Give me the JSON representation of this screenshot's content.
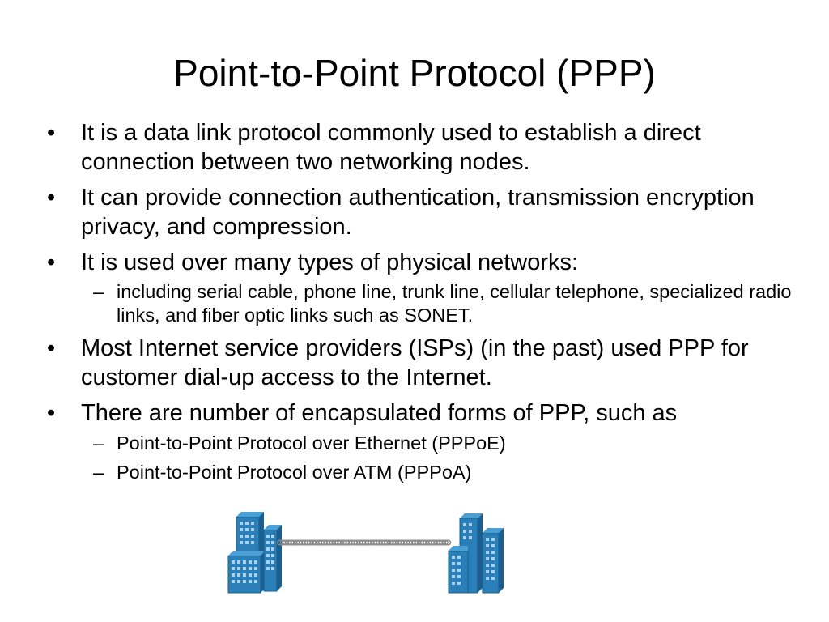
{
  "slide": {
    "title": "Point-to-Point Protocol (PPP)",
    "bullets": [
      {
        "level": 1,
        "text": "It is a data link protocol commonly used to establish a direct connection between two networking nodes."
      },
      {
        "level": 1,
        "text": "It can provide connection authentication, transmission encryption privacy, and compression."
      },
      {
        "level": 1,
        "text": "It is used over many types of physical networks:"
      },
      {
        "level": 2,
        "text": "including serial cable, phone line, trunk line, cellular telephone, specialized radio links, and fiber optic links such as SONET."
      },
      {
        "level": 1,
        "text": "Most Internet service providers (ISPs) (in the past) used PPP for customer dial-up access to the Internet."
      },
      {
        "level": 1,
        "text": "There are number of  encapsulated forms of PPP, such as"
      },
      {
        "level": 2,
        "text": "Point-to-Point Protocol over Ethernet (PPPoE)"
      },
      {
        "level": 2,
        "text": "Point-to-Point Protocol over ATM (PPPoA)"
      }
    ],
    "markers": {
      "level1": "•",
      "level2": "–"
    },
    "illustration": {
      "left_icon": "building-icon",
      "link_icon": "serial-cable-icon",
      "right_icon": "building-icon",
      "building_color": "#2a7fb8",
      "building_dark": "#1a5f8f",
      "cable_color": "#8a8a8a"
    }
  }
}
